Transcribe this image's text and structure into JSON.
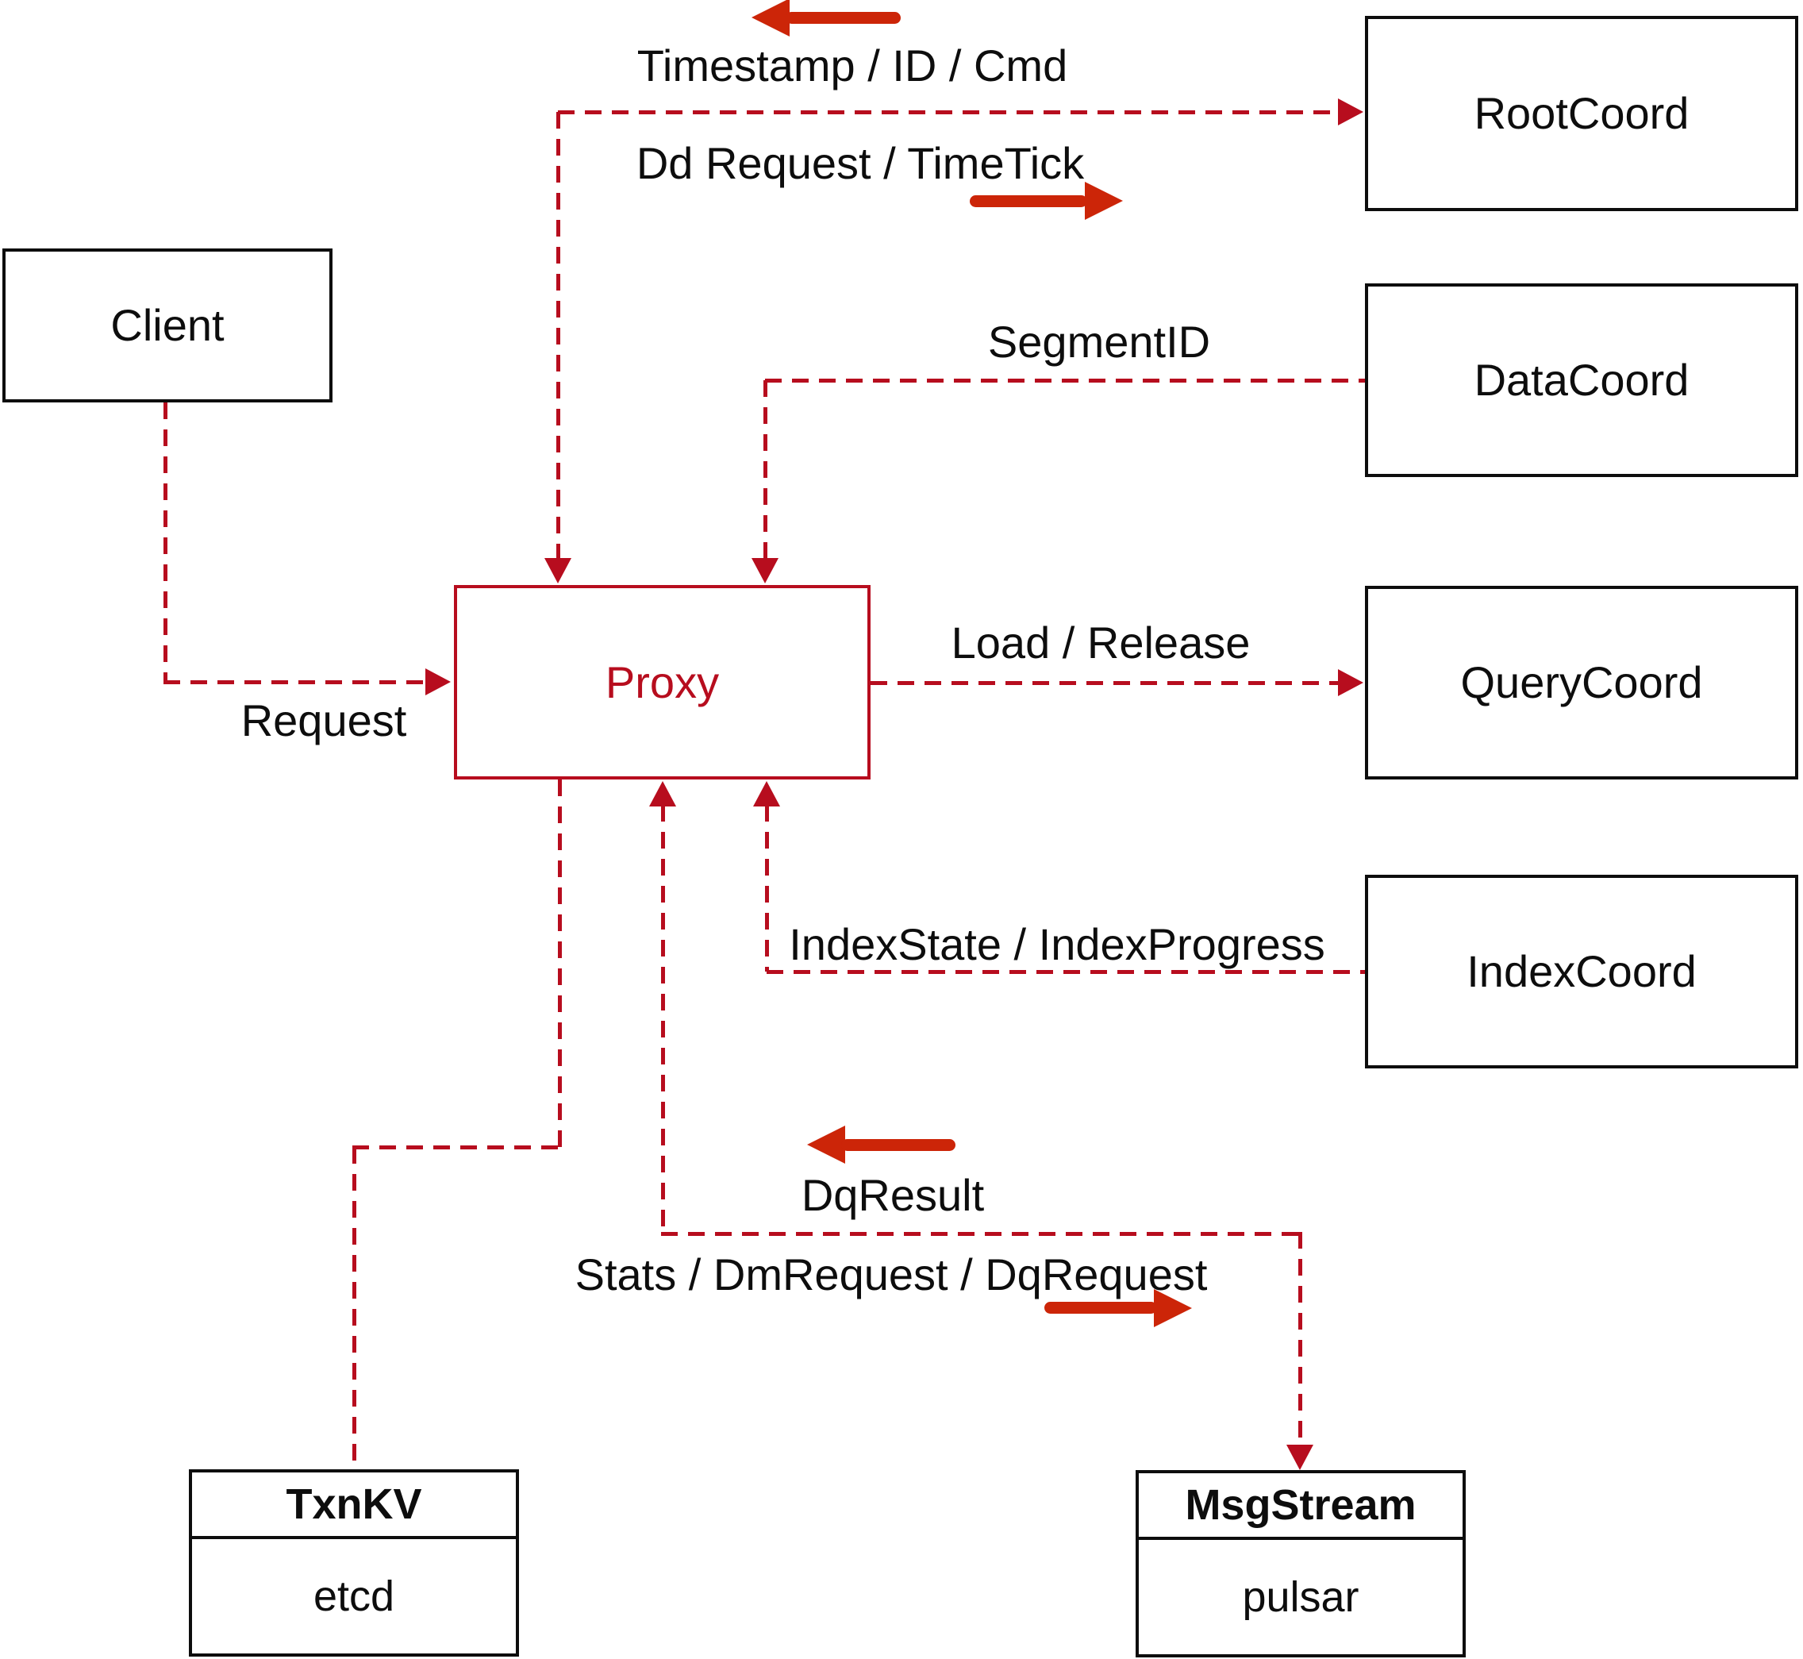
{
  "diagram": {
    "nodes": {
      "client": {
        "label": "Client"
      },
      "root_coord": {
        "label": "RootCoord"
      },
      "data_coord": {
        "label": "DataCoord"
      },
      "query_coord": {
        "label": "QueryCoord"
      },
      "index_coord": {
        "label": "IndexCoord"
      },
      "proxy": {
        "label": "Proxy"
      },
      "txn_kv": {
        "title": "TxnKV",
        "subtitle": "etcd"
      },
      "msg_stream": {
        "title": "MsgStream",
        "subtitle": "pulsar"
      }
    },
    "edge_labels": {
      "timestamp_id_cmd": "Timestamp / ID / Cmd",
      "dd_request_timetick": "Dd Request / TimeTick",
      "segment_id": "SegmentID",
      "load_release": "Load / Release",
      "index_state_progress": "IndexState / IndexProgress",
      "dq_result": "DqResult",
      "stats_dm_dq": "Stats / DmRequest / DqRequest",
      "request": "Request"
    },
    "colors": {
      "line": "#b70d1e",
      "arrow": "#cc2508",
      "box-border": "#0d0d0d",
      "text": "#0d0d0d",
      "background": "#ffffff"
    }
  }
}
